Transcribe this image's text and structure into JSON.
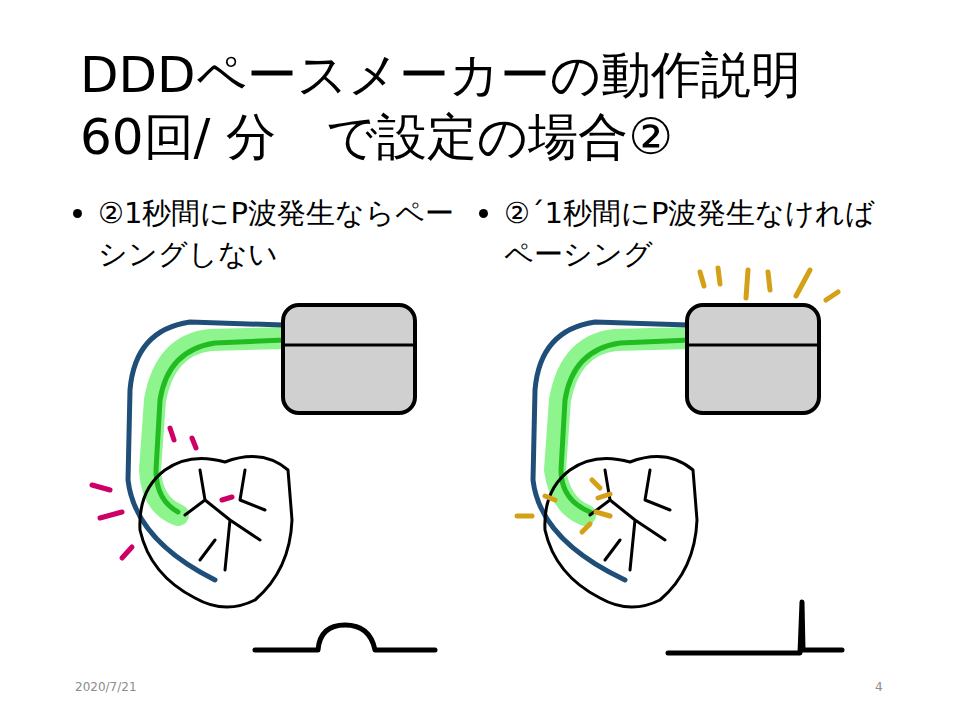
{
  "diagram": {
    "title": "DDDペースメーカーの動作説明　60回/ 分　で設定の場合②",
    "labels": [
      "②1秒間にP波発生ならペーシングしない",
      "②´1秒間にP波発生なければペーシング",
      "2020/7/21",
      "4"
    ]
  }
}
